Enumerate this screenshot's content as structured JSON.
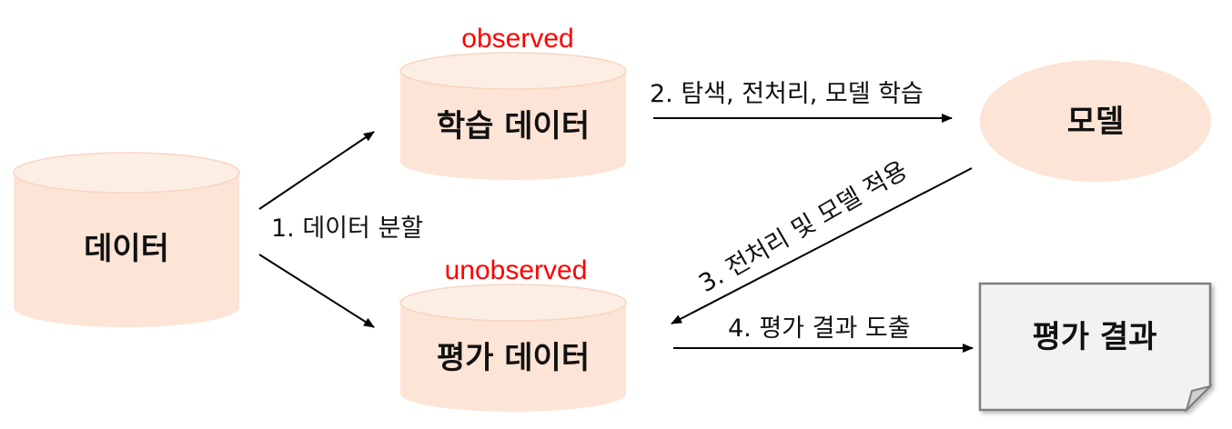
{
  "colors": {
    "cylinder_fill": "#FCE4D6",
    "cylinder_top": "#FDEEE4",
    "model_fill": "#FCE4D6",
    "result_fill": "#F2F2F2",
    "result_border": "#7F7F7F",
    "tag_red": "#FF0000",
    "arrow": "#000000"
  },
  "nodes": {
    "data": {
      "label": "데이터"
    },
    "train": {
      "label": "학습 데이터",
      "tag": "observed"
    },
    "eval": {
      "label": "평가 데이터",
      "tag": "unobserved"
    },
    "model": {
      "label": "모델"
    },
    "result": {
      "label": "평가 결과"
    }
  },
  "edges": {
    "split": "1. 데이터 분할",
    "train_model": "2. 탐색, 전처리, 모델 학습",
    "apply_model": "3. 전처리 및 모델 적용",
    "derive_result": "4. 평가 결과 도출"
  }
}
